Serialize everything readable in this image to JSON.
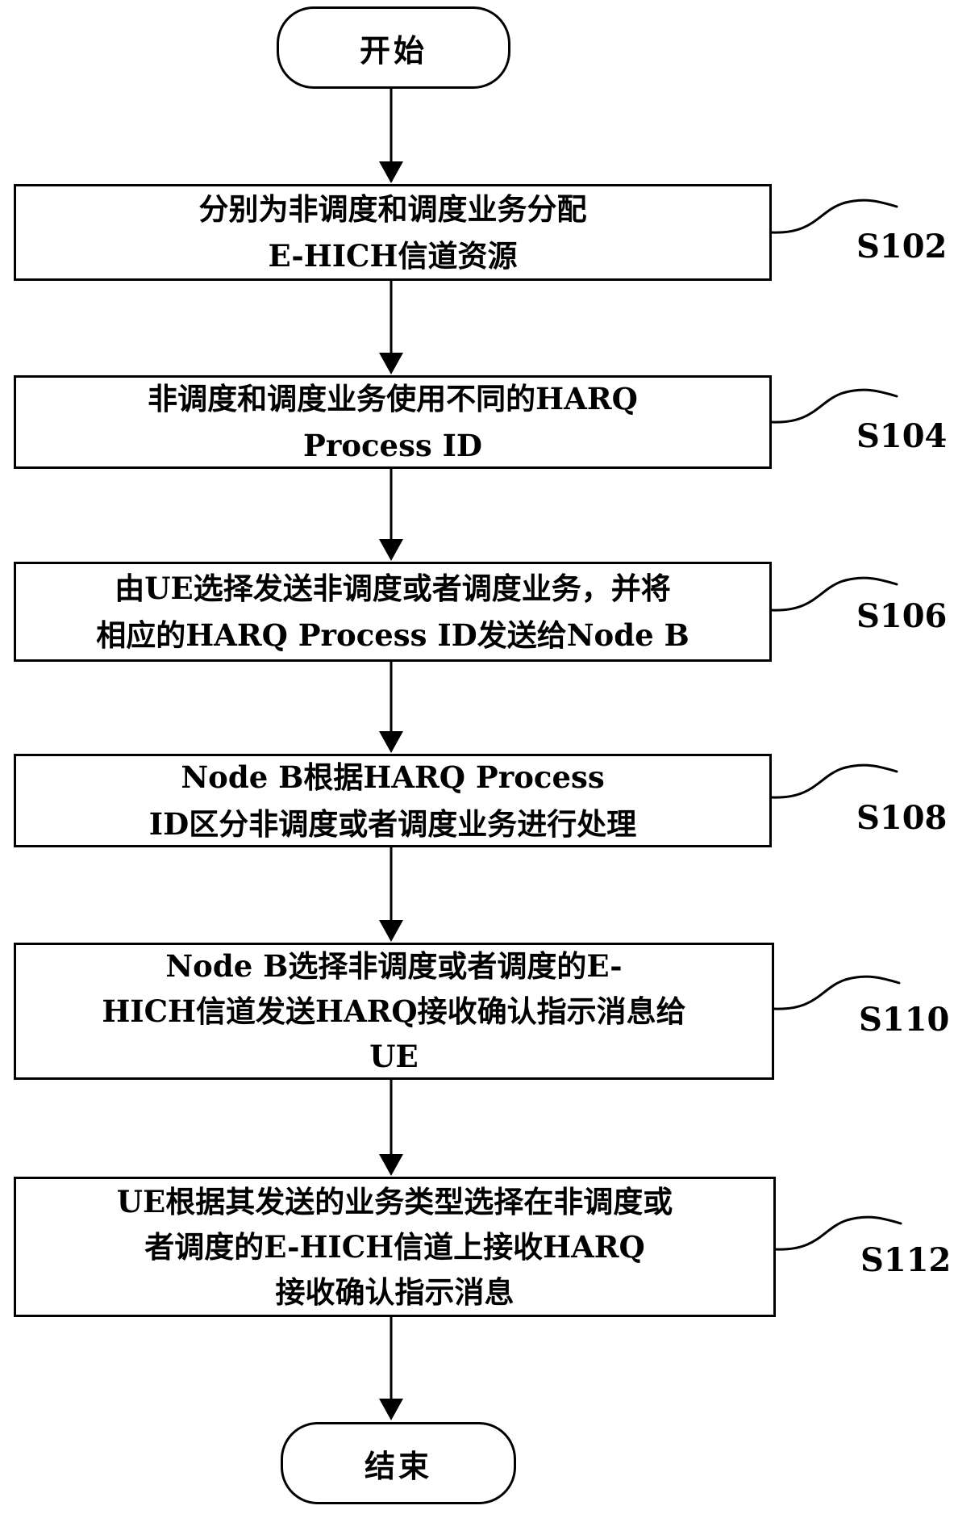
{
  "flowchart": {
    "start_label": "开始",
    "end_label": "结束",
    "steps": [
      {
        "id": "S102",
        "lines": [
          "分别为非调度和调度业务分配",
          "E-HICH信道资源"
        ]
      },
      {
        "id": "S104",
        "lines": [
          "非调度和调度业务使用不同的HARQ",
          "Process ID"
        ]
      },
      {
        "id": "S106",
        "lines": [
          "由UE选择发送非调度或者调度业务，并将",
          "相应的HARQ Process ID发送给Node B"
        ]
      },
      {
        "id": "S108",
        "lines": [
          "Node B根据HARQ Process",
          "ID区分非调度或者调度业务进行处理"
        ]
      },
      {
        "id": "S110",
        "lines": [
          "Node B选择非调度或者调度的E-",
          "HICH信道发送HARQ接收确认指示消息给",
          "UE"
        ]
      },
      {
        "id": "S112",
        "lines": [
          "UE根据其发送的业务类型选择在非调度或",
          "者调度的E-HICH信道上接收HARQ",
          "接收确认指示消息"
        ]
      }
    ]
  }
}
